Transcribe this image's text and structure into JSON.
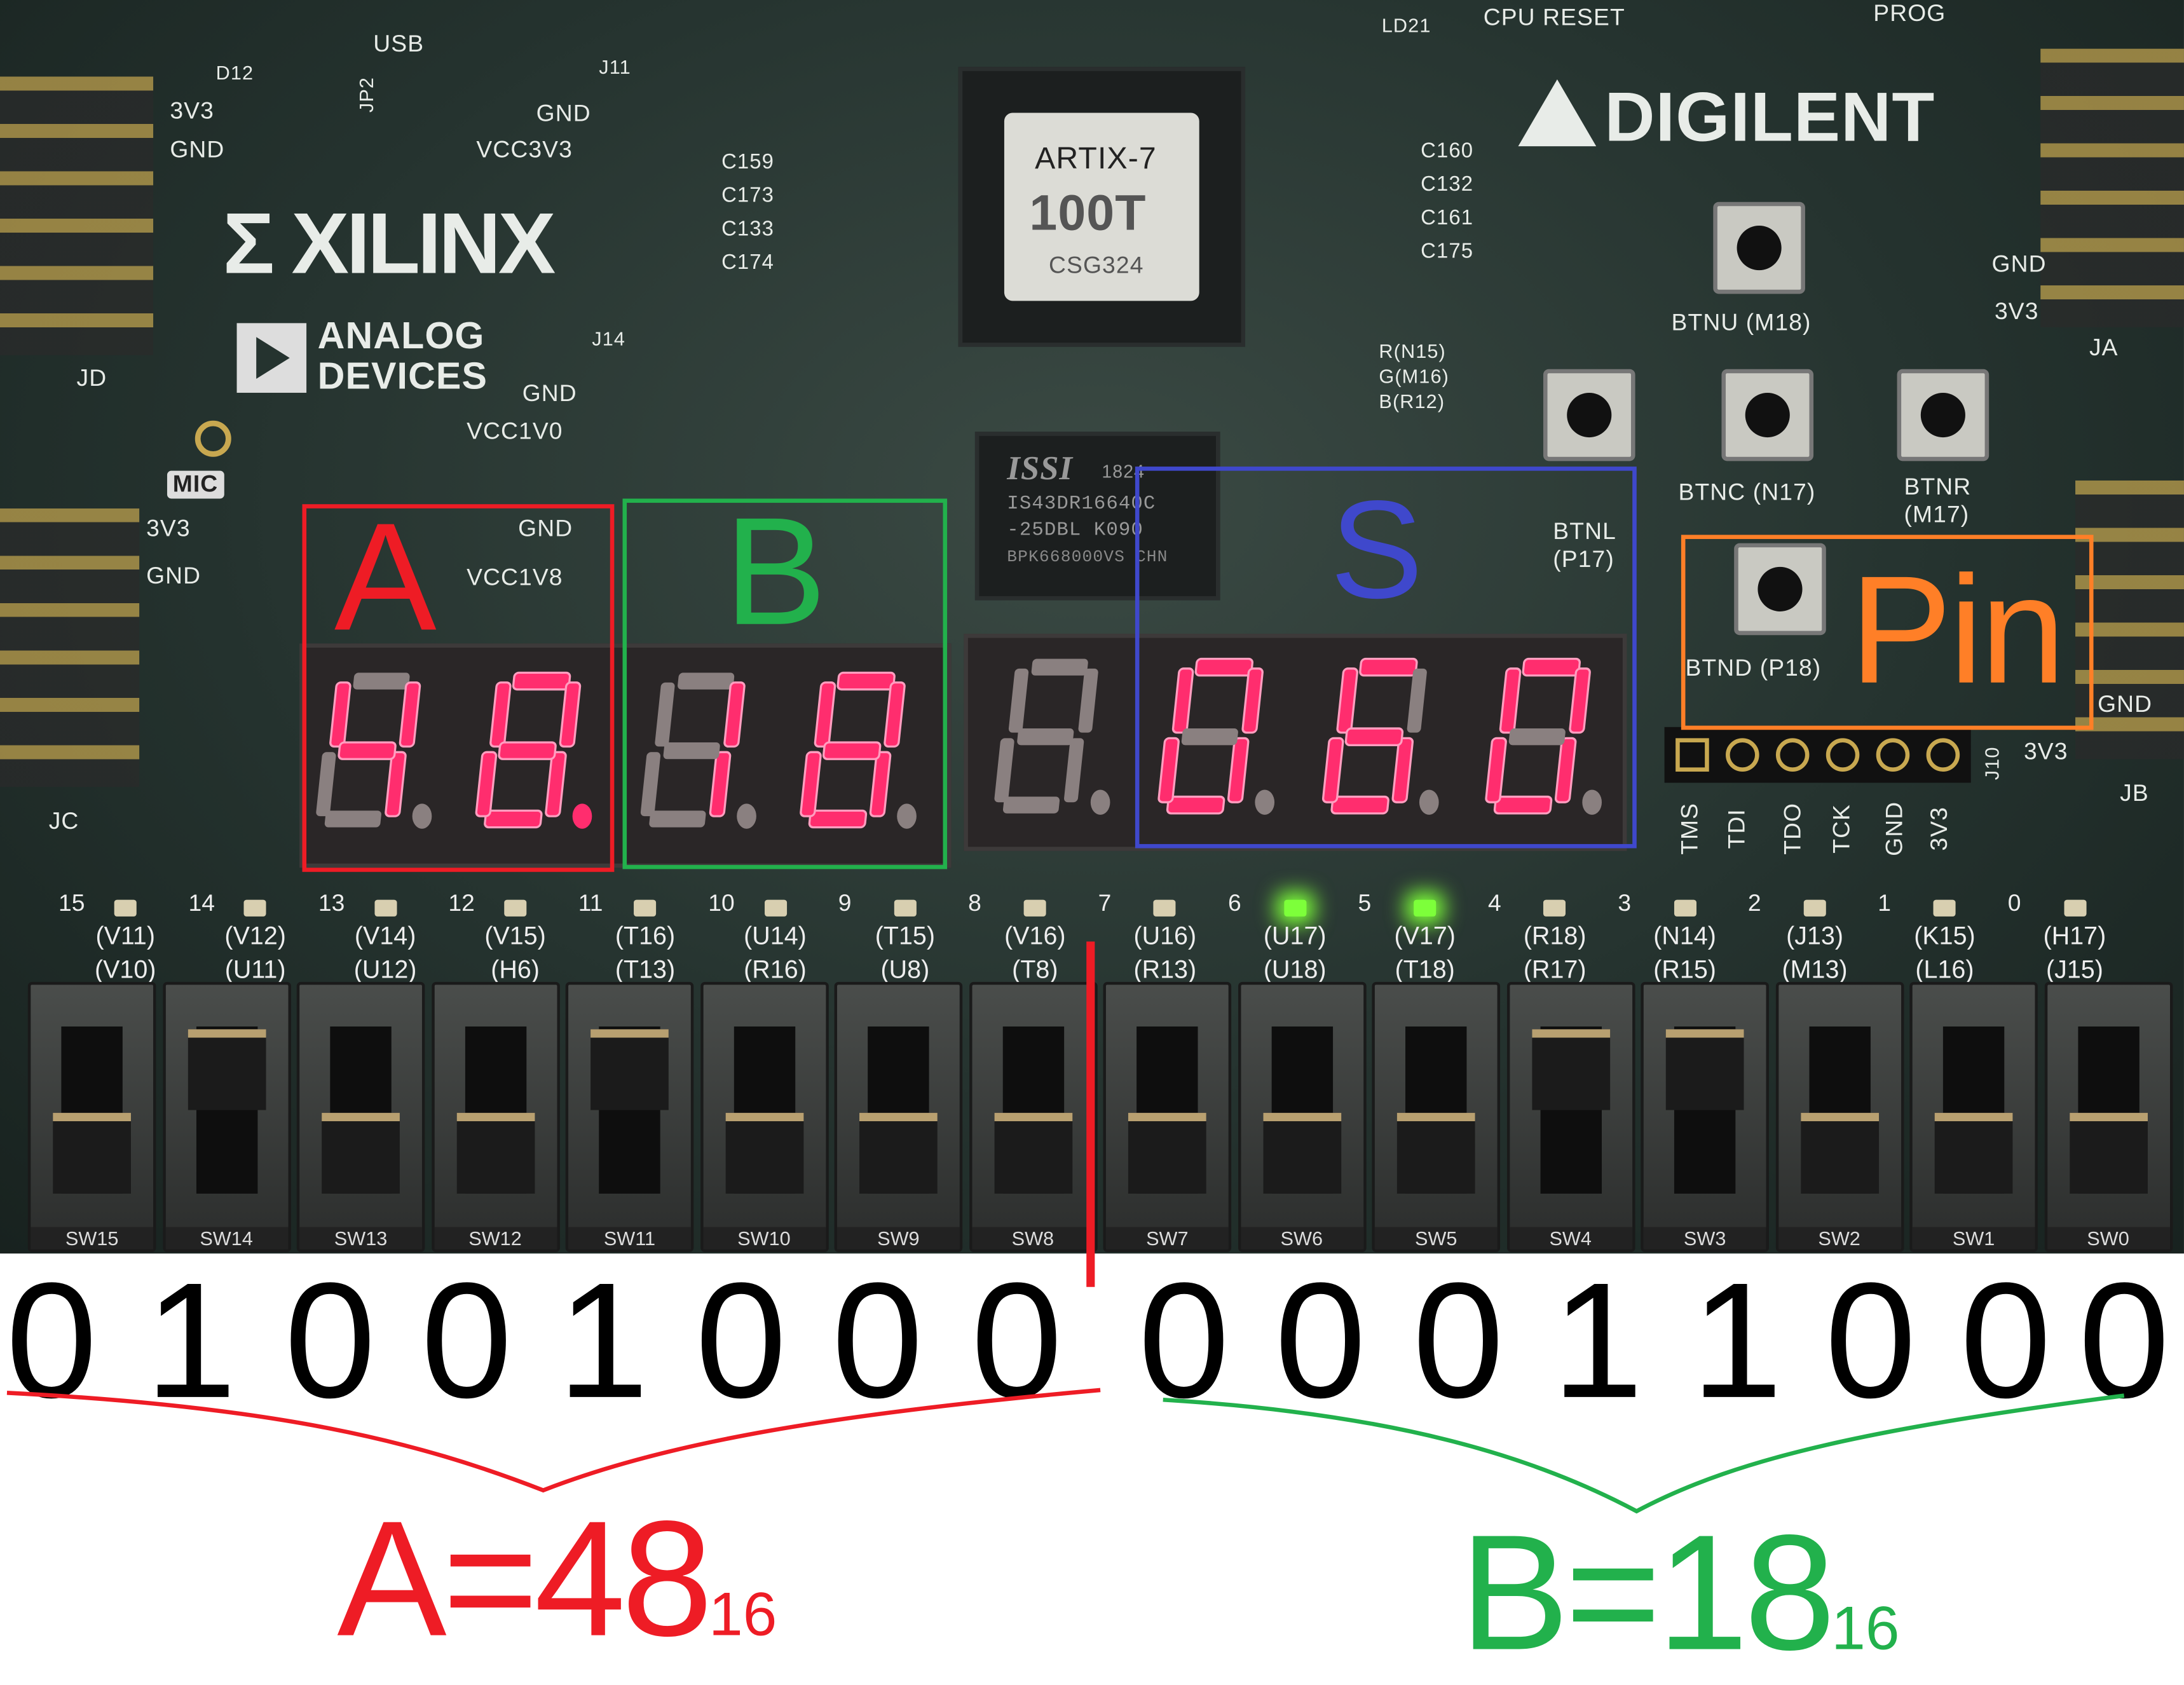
{
  "board": {
    "brand_left": "XILINX",
    "brand_right": "DIGILENT",
    "analog": [
      "ANALOG",
      "DEVICES"
    ],
    "fpga_chip": [
      "ARTIX-7",
      "100T",
      "CSG324"
    ],
    "ram_chip": [
      "ISSI",
      "1824",
      "IS43DR16640C",
      "-25DBL    K090",
      "BPK668000VS  CHN"
    ],
    "top_labels": {
      "usb": "USB",
      "cpu_reset": "CPU RESET",
      "prog": "PROG",
      "ld21": "LD21",
      "jp2": "JP2",
      "d12": "D12",
      "j11": "J11",
      "j14": "J14",
      "j10": "J10",
      "mic": "MIC"
    },
    "power_labels": {
      "gnd": "GND",
      "vcc3v3": "VCC3V3",
      "vcc1v0": "VCC1V0",
      "vcc1v8": "VCC1V8",
      "v3v3": "3V3"
    },
    "caps": [
      "C159",
      "C173",
      "C133",
      "C174",
      "C160",
      "C132",
      "C161",
      "C175"
    ],
    "rgb": [
      "R(N15)",
      "G(M16)",
      "B(R12)"
    ],
    "pmods": {
      "jd": "JD",
      "jc": "JC",
      "ja": "JA",
      "jb": "JB"
    },
    "buttons": {
      "btnu": "BTNU (M18)",
      "btnc": "BTNC (N17)",
      "btnl": "BTNL (P17)",
      "btnr": "BTNR (M17)",
      "btnd": "BTND (P18)"
    },
    "jtag": [
      "TMS",
      "TDI",
      "TDO",
      "TCK",
      "GND",
      "3V3"
    ]
  },
  "display": {
    "segment_on_color": "#ff2d6e",
    "segment_off_color": "#8a8080",
    "digits": [
      {
        "char": "4",
        "dp": false
      },
      {
        "char": "8",
        "dp": true
      },
      {
        "char": "1",
        "dp": false
      },
      {
        "char": "8",
        "dp": false
      },
      {
        "char": "",
        "dp": false
      },
      {
        "char": "0",
        "dp": false
      },
      {
        "char": "6",
        "dp": false
      },
      {
        "char": "0",
        "dp": false
      }
    ]
  },
  "annotations": {
    "a_label": "A",
    "a_color": "#ee1c25",
    "b_label": "B",
    "b_color": "#22b14c",
    "s_label": "S",
    "s_color": "#3f48cc",
    "pin_label": "Pin",
    "pin_color": "#ff7f27"
  },
  "leds": {
    "numbers": [
      "15",
      "14",
      "13",
      "12",
      "11",
      "10",
      "9",
      "8",
      "7",
      "6",
      "5",
      "4",
      "3",
      "2",
      "1",
      "0"
    ],
    "led_pins": [
      "(V11)",
      "(V12)",
      "(V14)",
      "(V15)",
      "(T16)",
      "(U14)",
      "(T15)",
      "(V16)",
      "(U16)",
      "(U17)",
      "(V17)",
      "(R18)",
      "(N14)",
      "(J13)",
      "(K15)",
      "(H17)"
    ],
    "switch_pins": [
      "(V10)",
      "(U11)",
      "(U12)",
      "(H6)",
      "(T13)",
      "(R16)",
      "(U8)",
      "(T8)",
      "(R13)",
      "(U18)",
      "(T18)",
      "(R17)",
      "(R15)",
      "(M13)",
      "(L16)",
      "(J15)"
    ],
    "lit": [
      false,
      false,
      false,
      false,
      false,
      false,
      false,
      false,
      false,
      true,
      true,
      false,
      false,
      false,
      false,
      false
    ],
    "lit_color": "#7dff3a"
  },
  "switches": {
    "names": [
      "SW15",
      "SW14",
      "SW13",
      "SW12",
      "SW11",
      "SW10",
      "SW9",
      "SW8",
      "SW7",
      "SW6",
      "SW5",
      "SW4",
      "SW3",
      "SW2",
      "SW1",
      "SW0"
    ]
  },
  "bits": [
    "0",
    "1",
    "0",
    "0",
    "1",
    "0",
    "0",
    "0",
    "0",
    "0",
    "0",
    "1",
    "1",
    "0",
    "0",
    "0"
  ],
  "result": {
    "a_text": "A=48",
    "a_sub": "16",
    "b_text": "B=18",
    "b_sub": "16"
  }
}
